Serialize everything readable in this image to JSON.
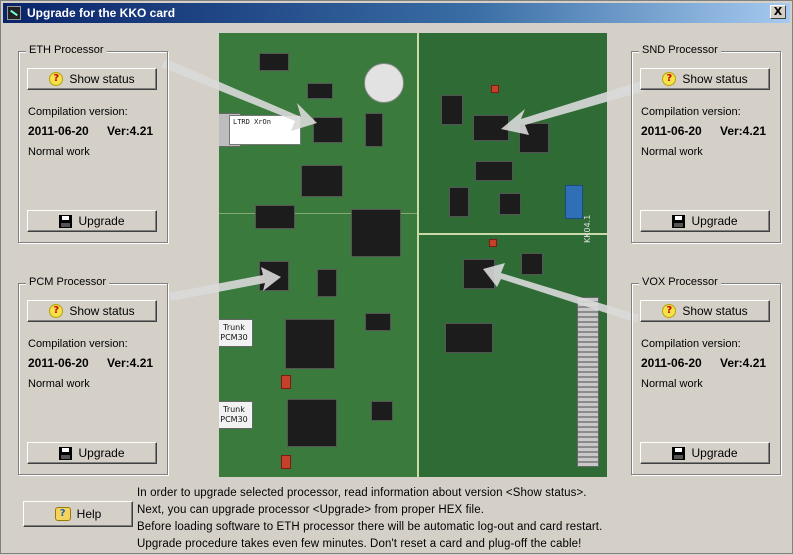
{
  "window": {
    "title": "Upgrade for the KKO card",
    "close_symbol": "X"
  },
  "labels": {
    "show_status": "Show status",
    "upgrade": "Upgrade",
    "compilation": "Compilation version:",
    "help": "Help"
  },
  "processors": [
    {
      "id": "eth",
      "name": "ETH Processor",
      "date": "2011-06-20",
      "version": "Ver:4.21",
      "status": "Normal work"
    },
    {
      "id": "snd",
      "name": "SND Processor",
      "date": "2011-06-20",
      "version": "Ver:4.21",
      "status": "Normal work"
    },
    {
      "id": "pcm",
      "name": "PCM Processor",
      "date": "2011-06-20",
      "version": "Ver:4.21",
      "status": "Normal work"
    },
    {
      "id": "vox",
      "name": "VOX Processor",
      "date": "2011-06-20",
      "version": "Ver:4.21",
      "status": "Normal work"
    }
  ],
  "board": {
    "eth_label": "LTRD XrOn",
    "trunk1": "Trunk\nPCM30",
    "trunk2": "Trunk\nPCM30",
    "card_label": "KK04.1"
  },
  "info_lines": [
    "In order to upgrade selected processor, read information about version <Show status>.",
    "Next, you can upgrade processor <Upgrade> from proper HEX file.",
    "Before loading software to ETH processor there will be automatic log-out and card restart.",
    "Upgrade procedure takes even few minutes. Don't reset a card and plug-off the cable!"
  ],
  "icons": {
    "status_button": "question-icon",
    "upgrade_button": "floppy-disk-icon",
    "help_button": "help-book-icon",
    "window": "app-icon"
  }
}
